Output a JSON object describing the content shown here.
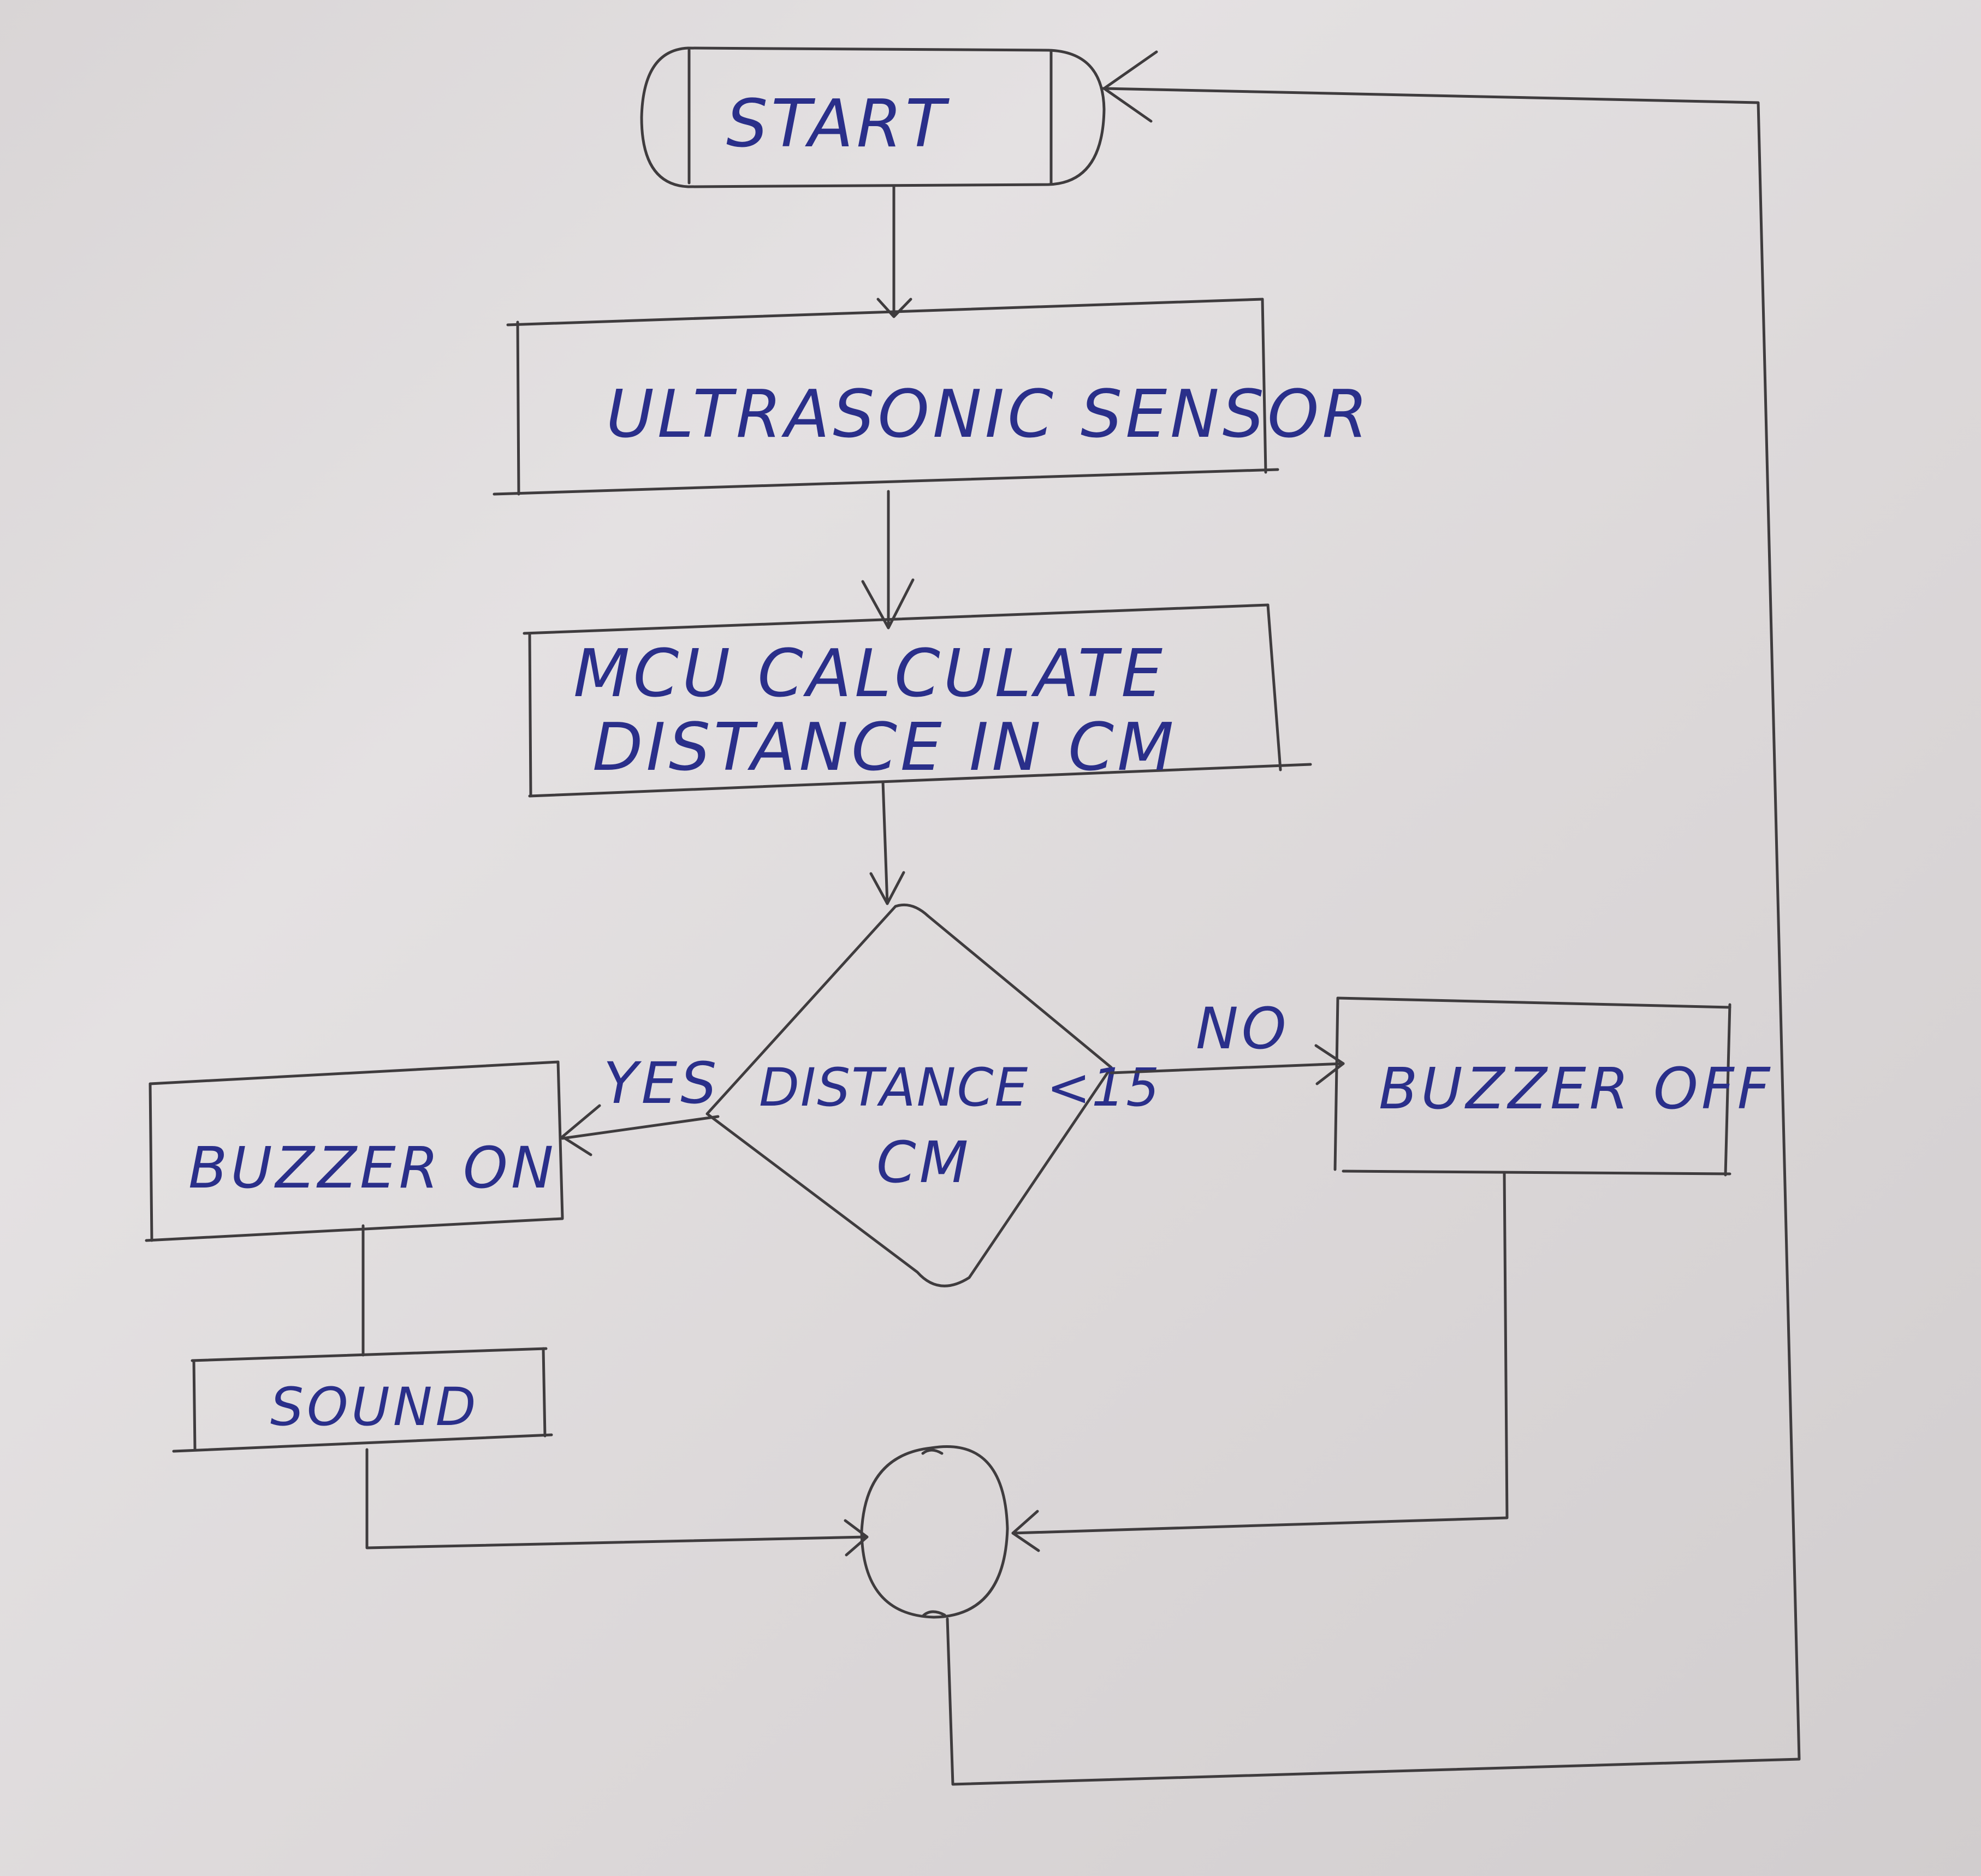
{
  "flowchart": {
    "start_label": "START",
    "sensor_label": "ULTRASONIC SENSOR",
    "mcu_label_line1": "MCU CALCULATE",
    "mcu_label_line2": "DISTANCE IN CM",
    "decision_line1": "DISTANCE <15",
    "decision_line2": "CM",
    "yes_label": "YES",
    "no_label": "NO",
    "buzzer_on_label": "BUZZER ON",
    "buzzer_off_label": "BUZZER OFF",
    "sound_label": "SOUND"
  },
  "colors": {
    "ink": "#2a2f8a",
    "pencil": "#3f3c3e",
    "paper": "#e4e1e2"
  }
}
